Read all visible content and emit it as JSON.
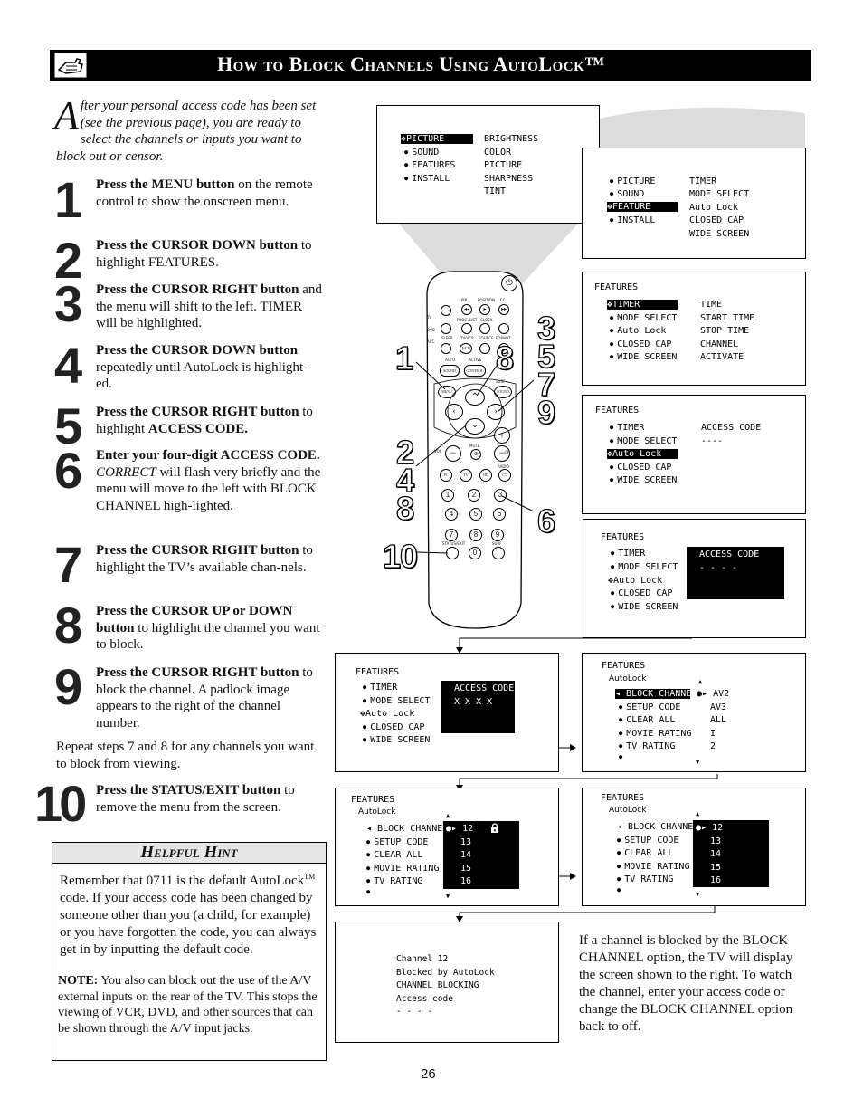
{
  "header": {
    "title": "How to Block Channels Using AutoLock™"
  },
  "intro": {
    "drop_cap": "A",
    "text": "fter your personal access code has been set (see the previous page), you are ready to select the channels or inputs you want to block out or censor."
  },
  "steps": [
    {
      "num": "1",
      "bold": "Press the MENU button",
      "rest": " on the remote control to show the onscreen menu."
    },
    {
      "num": "2",
      "bold": "Press the CURSOR DOWN button",
      "rest": " to highlight FEATURES."
    },
    {
      "num": "3",
      "bold": "Press the CURSOR RIGHT button",
      "rest": " and the menu will shift to the left. TIMER will be highlighted."
    },
    {
      "num": "4",
      "bold": "Press the CURSOR DOWN button",
      "rest": " repeatedly until AutoLock is highlight-ed."
    },
    {
      "num": "5",
      "bold": "Press the CURSOR RIGHT button",
      "rest": " to highlight ",
      "bold2": "ACCESS CODE."
    },
    {
      "num": "6",
      "bold": "Enter your four-digit ACCESS CODE.",
      "italic": " CORRECT",
      "rest": " will flash very briefly and the menu will move to the left with BLOCK CHANNEL high-lighted."
    },
    {
      "num": "7",
      "bold": "Press the CURSOR RIGHT button",
      "rest": " to highlight the TV’s available chan-nels."
    },
    {
      "num": "8",
      "bold": "Press the CURSOR UP or DOWN button",
      "rest": " to highlight the channel you want to block."
    },
    {
      "num": "9",
      "bold": "Press the CURSOR RIGHT button",
      "rest": " to block the channel.  A padlock image appears to the right of the channel number."
    },
    {
      "num": "10",
      "bold": "Press the STATUS/EXIT button",
      "rest": " to remove the menu from the screen."
    }
  ],
  "repeat_text": "Repeat steps 7 and 8 for any channels you want to block from viewing.",
  "hint": {
    "title": "Helpful Hint",
    "text_a": "Remember that 0711 is the default AutoLock",
    "tm": "TM",
    "text_b": " code.  If your access code has been changed by someone other than you (a child, for example) or you have forgotten the code, you can always get in by inputting the default code.",
    "note_label": "NOTE:",
    "note_text": "  You also can block out the use of the A/V external inputs on the rear of the TV.  This stops the viewing of VCR, DVD, and other sources that can be shown through the A/V input jacks."
  },
  "side_text": "If a channel is blocked by the BLOCK CHANNEL option, the TV will display the screen shown to the right. To watch the channel, enter your access code or change the BLOCK CHANNEL option back to off.",
  "page_number": "26",
  "remote": {
    "callouts": [
      "1",
      "8",
      "3",
      "5",
      "7",
      "9",
      "2",
      "4",
      "8",
      "6",
      "10"
    ],
    "labels": {
      "pip": "PIP",
      "position": "POSITION",
      "cc": "CC",
      "tv": "TV",
      "dvd": "DVD",
      "acc": "ACC",
      "prog_list": "PROG. LIST",
      "clock": "CLOCK",
      "sleep": "SLEEP",
      "tv_vcr": "TV/VCR",
      "source": "SOURCE",
      "format": "FORMAT",
      "auto": "AUTO",
      "active": "ACTIVE",
      "a_ch": "A/CH",
      "sound": "SOUND",
      "control": "CONTROL",
      "menu": "MENU",
      "surf": "SURF",
      "vol": "VOL",
      "ch": "CH",
      "mute": "MUTE",
      "radio": "RADIO",
      "pc": "PC",
      "hd": "HD",
      "status_exit": "STATUS/EXIT",
      "surf2": "SURF",
      "digits": [
        "1",
        "2",
        "3",
        "4",
        "5",
        "6",
        "7",
        "8",
        "9",
        "0"
      ]
    }
  },
  "screens": {
    "s1": {
      "left": [
        "PICTURE",
        "SOUND",
        "FEATURES",
        "INSTALL"
      ],
      "right": [
        "BRIGHTNESS",
        "COLOR",
        "PICTURE",
        "SHARPNESS",
        "TINT"
      ]
    },
    "s2": {
      "left": [
        "PICTURE",
        "SOUND",
        "FEATURE",
        "INSTALL"
      ],
      "right": [
        "TIMER",
        "MODE SELECT",
        "Auto Lock",
        "CLOSED CAP",
        "WIDE SCREEN"
      ]
    },
    "s3": {
      "head": "FEATURES",
      "left": [
        "TIMER",
        "MODE SELECT",
        "Auto Lock",
        "CLOSED CAP",
        "WIDE SCREEN"
      ],
      "right": [
        "TIME",
        "START TIME",
        "STOP TIME",
        "CHANNEL",
        "ACTIVATE"
      ]
    },
    "s4": {
      "head": "FEATURES",
      "left": [
        "TIMER",
        "MODE SELECT",
        "Auto Lock",
        "CLOSED CAP",
        "WIDE SCREEN"
      ],
      "right": [
        "ACCESS CODE",
        "----"
      ]
    },
    "s5": {
      "head": "FEATURES",
      "left": [
        "TIMER",
        "MODE SELECT",
        "Auto Lock",
        "CLOSED CAP",
        "WIDE SCREEN"
      ],
      "right": [
        "ACCESS CODE",
        "- - - -"
      ]
    },
    "s6": {
      "head": "FEATURES",
      "left": [
        "TIMER",
        "MODE SELECT",
        "Auto Lock",
        "CLOSED CAP",
        "WIDE SCREEN"
      ],
      "right": [
        "ACCESS CODE",
        "X X X X"
      ]
    },
    "s7": {
      "head": "FEATURES",
      "sub": "AutoLock",
      "left": [
        "BLOCK CHANNEL",
        "SETUP CODE",
        "CLEAR ALL",
        "MOVIE RATING",
        "TV RATING"
      ],
      "right": [
        "AV2",
        "AV3",
        "ALL",
        "I",
        "2"
      ]
    },
    "s8": {
      "head": "FEATURES",
      "sub": "AutoLock",
      "left": [
        "BLOCK CHANNEL",
        "SETUP CODE",
        "CLEAR ALL",
        "MOVIE RATING",
        "TV RATING"
      ],
      "right": [
        "12",
        "13",
        "14",
        "15",
        "16"
      ]
    },
    "s9": {
      "head": "FEATURES",
      "sub": "AutoLock",
      "left": [
        "BLOCK CHANNEL",
        "SETUP CODE",
        "CLEAR ALL",
        "MOVIE RATING",
        "TV RATING"
      ],
      "right": [
        "12",
        "13",
        "14",
        "15",
        "16"
      ]
    },
    "s10": {
      "lines": [
        "Channel 12",
        "Blocked by AutoLock",
        "CHANNEL BLOCKING",
        "Access code",
        "- - - -"
      ]
    }
  }
}
